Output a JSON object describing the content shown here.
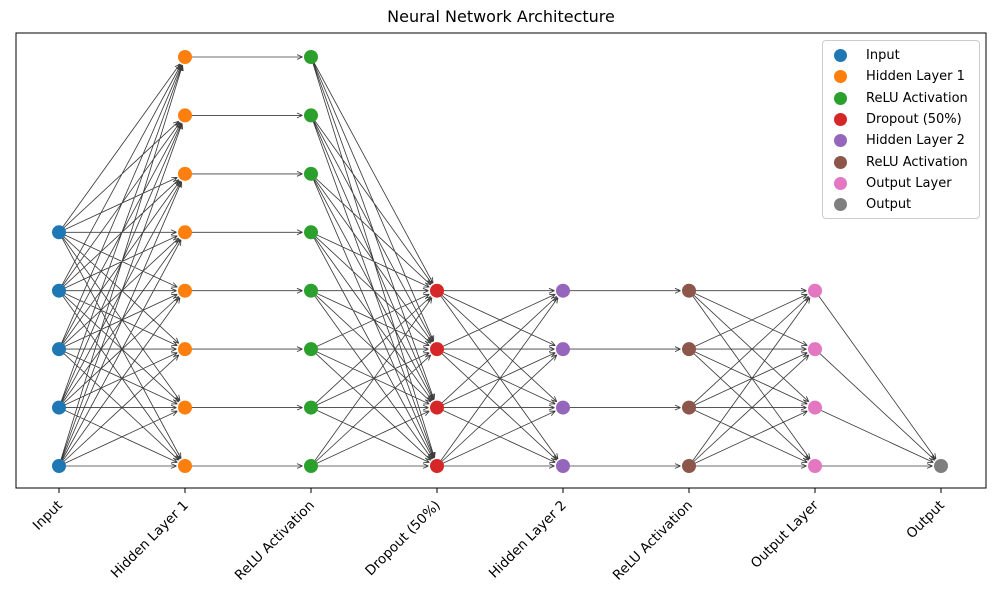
{
  "chart_data": {
    "type": "diagram",
    "subtype": "neural-network-architecture",
    "title": "Neural Network Architecture",
    "x_tick_labels": [
      "Input",
      "Hidden Layer 1",
      "ReLU Activation",
      "Dropout (50%)",
      "Hidden Layer 2",
      "ReLU Activation",
      "Output Layer",
      "Output"
    ],
    "layers": [
      {
        "name": "Input",
        "color": "#1f77b4",
        "nodes": 5
      },
      {
        "name": "Hidden Layer 1",
        "color": "#ff7f0e",
        "nodes": 8
      },
      {
        "name": "ReLU Activation",
        "color": "#2ca02c",
        "nodes": 8
      },
      {
        "name": "Dropout (50%)",
        "color": "#d62728",
        "nodes": 4
      },
      {
        "name": "Hidden Layer 2",
        "color": "#9467bd",
        "nodes": 4
      },
      {
        "name": "ReLU Activation",
        "color": "#8c564b",
        "nodes": 4
      },
      {
        "name": "Output Layer",
        "color": "#e377c2",
        "nodes": 4
      },
      {
        "name": "Output",
        "color": "#7f7f7f",
        "nodes": 1
      }
    ],
    "connections": [
      {
        "from": 0,
        "to": 1,
        "type": "dense"
      },
      {
        "from": 1,
        "to": 2,
        "type": "one-to-one"
      },
      {
        "from": 2,
        "to": 3,
        "type": "dense"
      },
      {
        "from": 3,
        "to": 4,
        "type": "dense"
      },
      {
        "from": 4,
        "to": 5,
        "type": "one-to-one"
      },
      {
        "from": 5,
        "to": 6,
        "type": "dense"
      },
      {
        "from": 6,
        "to": 7,
        "type": "dense"
      }
    ],
    "node_alignment": "bottom",
    "max_nodes_per_layer": 8,
    "legend": {
      "position": "upper right",
      "entries": [
        "Input",
        "Hidden Layer 1",
        "ReLU Activation",
        "Dropout (50%)",
        "Hidden Layer 2",
        "ReLU Activation",
        "Output Layer",
        "Output"
      ]
    },
    "style": {
      "arrow_color": "#222222",
      "axes_edge_color": "#000000",
      "background": "#ffffff",
      "legend_border_color": "#cccccc",
      "grid": "off"
    }
  }
}
